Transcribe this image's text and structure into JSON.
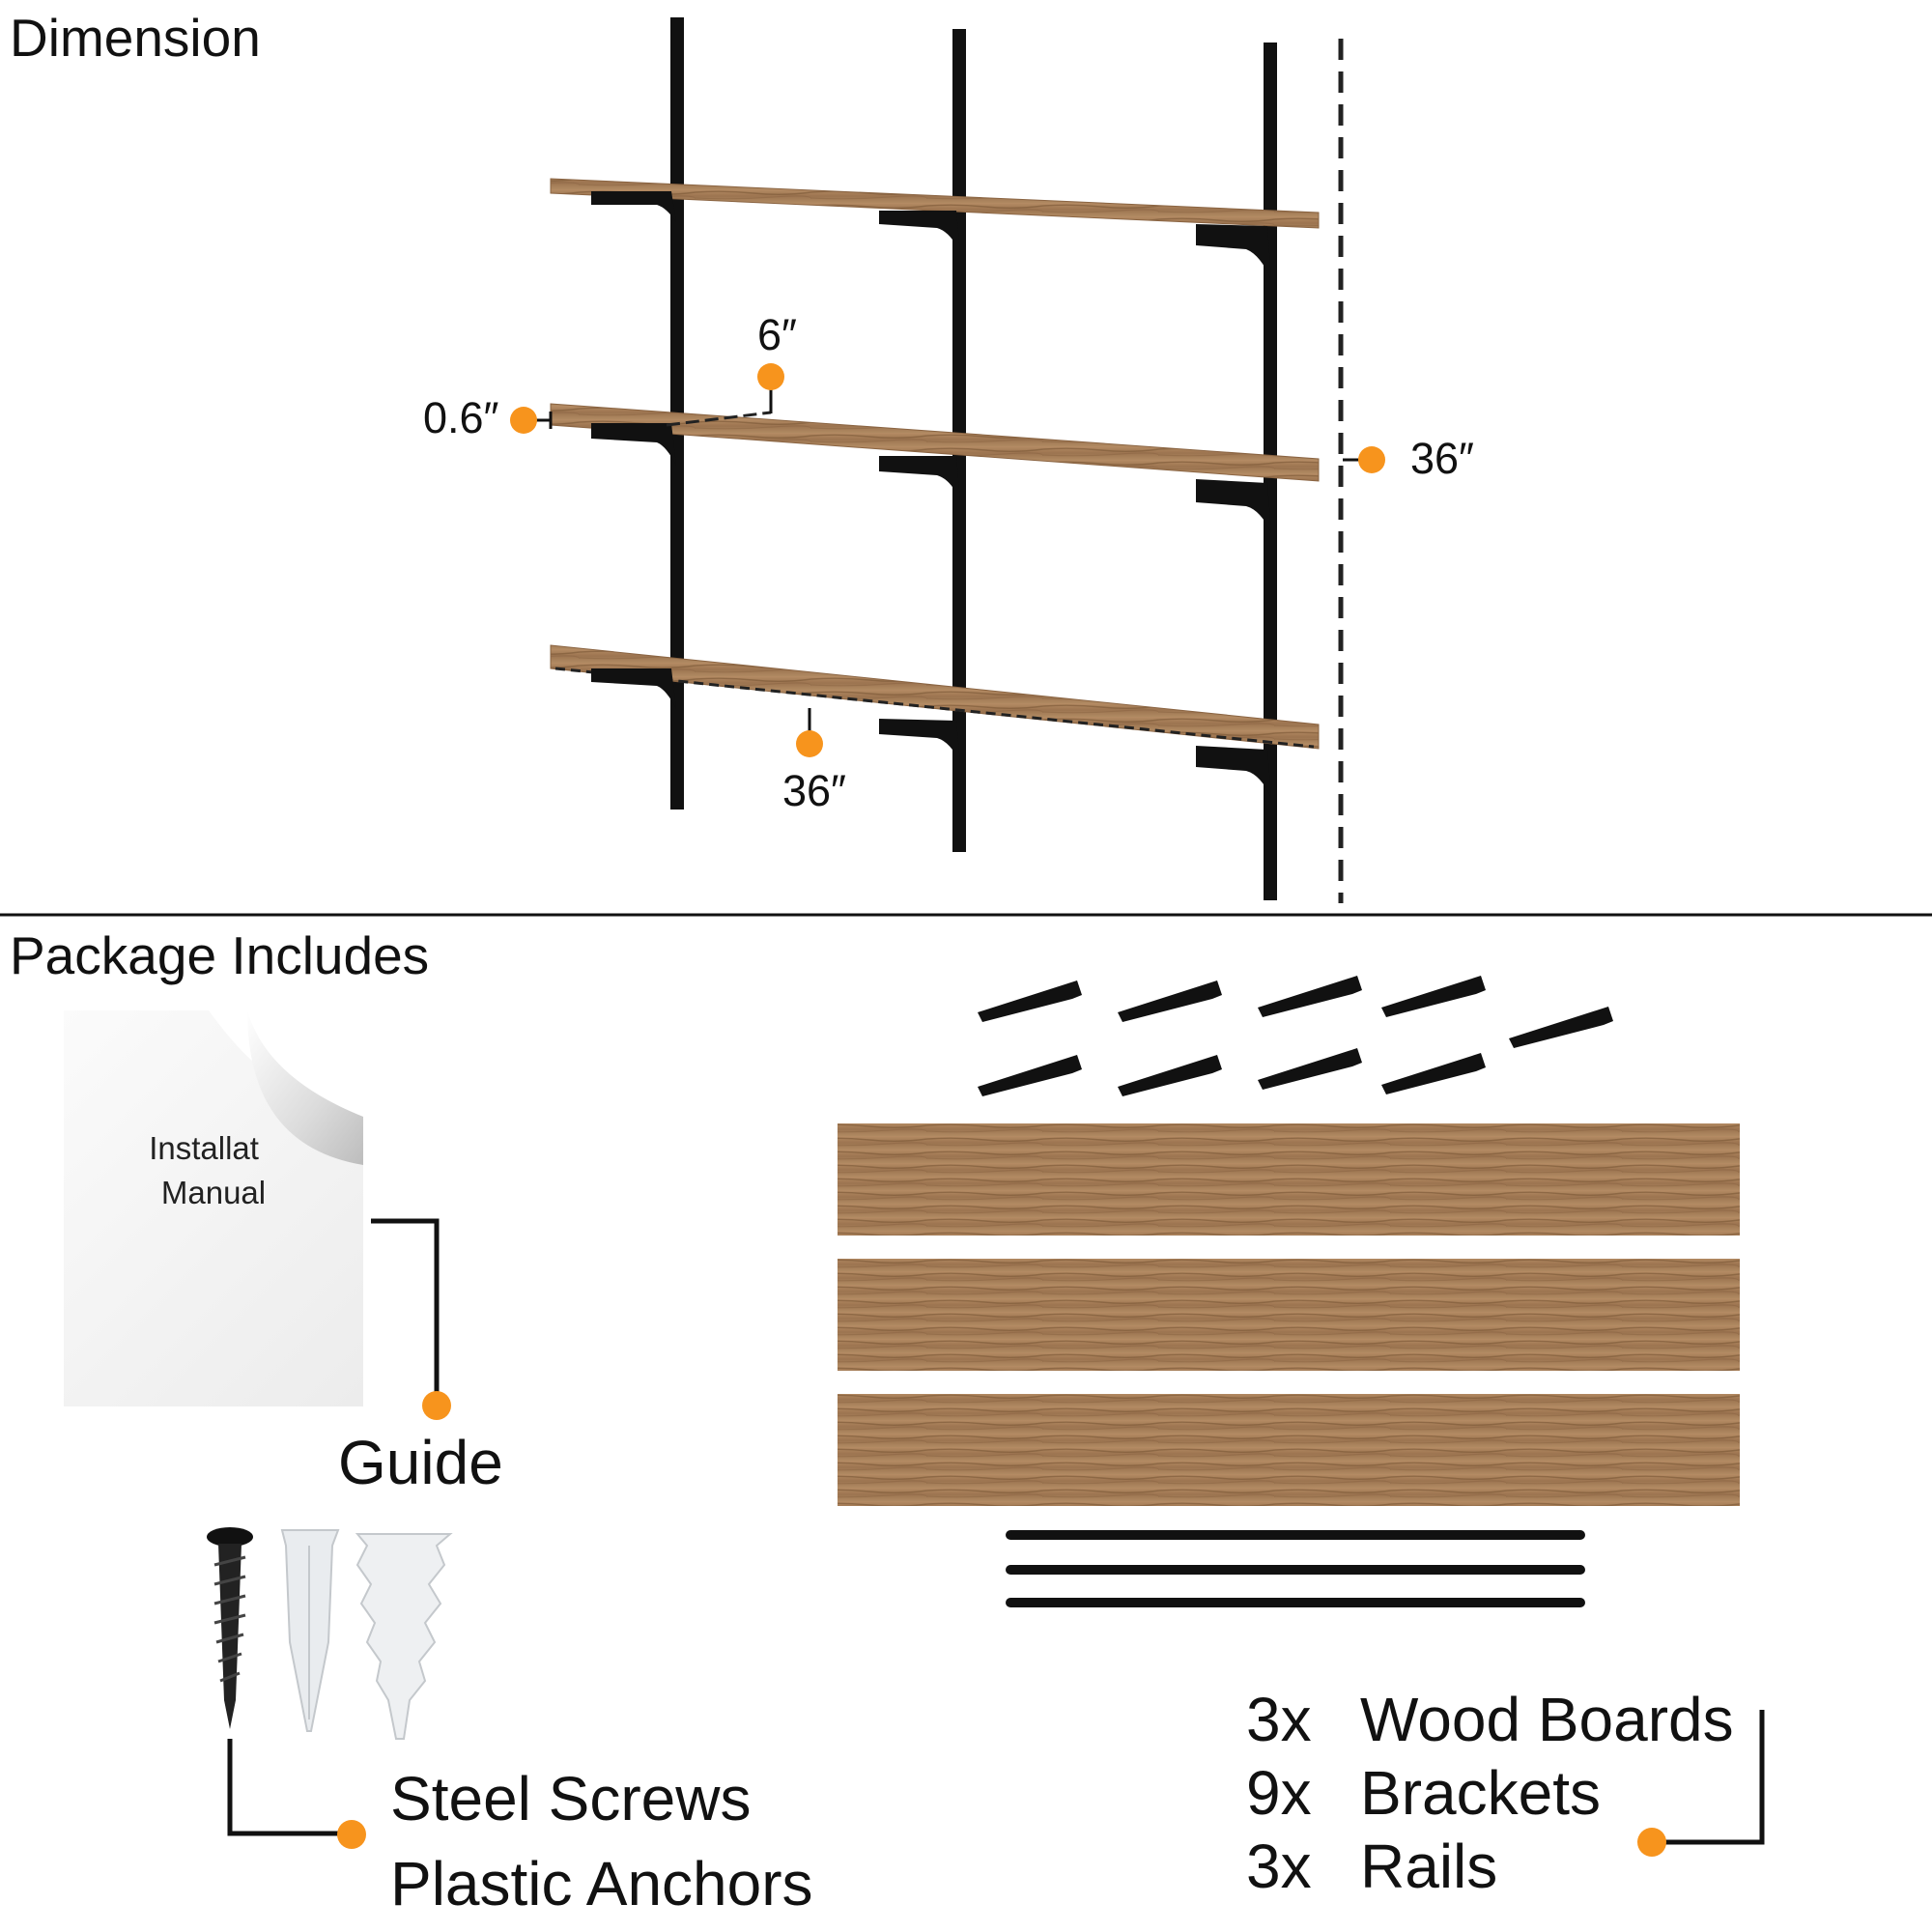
{
  "sections": {
    "dimension_title": "Dimension",
    "package_title": "Package Includes"
  },
  "dimensions": {
    "thickness": "0.6″",
    "depth": "6″",
    "height": "36″",
    "length": "36″"
  },
  "manual": {
    "line1": "Installat   ",
    "line2": "Manual"
  },
  "labels": {
    "guide": "Guide",
    "screws": "Steel Screws",
    "anchors": "Plastic Anchors"
  },
  "contents": [
    {
      "qty": "3x",
      "item": "Wood Boards"
    },
    {
      "qty": "9x",
      "item": "Brackets"
    },
    {
      "qty": "3x",
      "item": "Rails"
    }
  ],
  "colors": {
    "accent_dot": "#F7941D",
    "wood": "#A9805A",
    "metal": "#111111"
  }
}
